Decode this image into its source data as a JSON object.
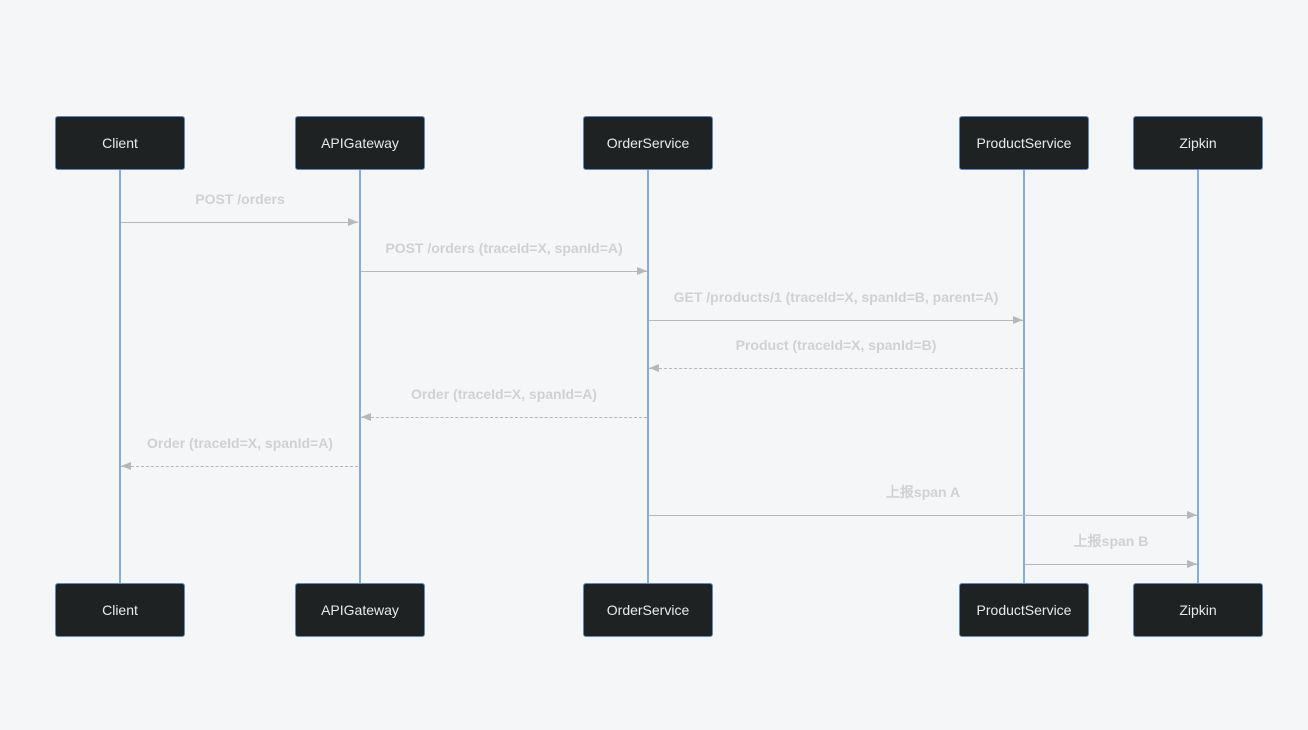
{
  "diagram": {
    "type": "sequence",
    "actors": [
      {
        "name": "Client"
      },
      {
        "name": "APIGateway"
      },
      {
        "name": "OrderService"
      },
      {
        "name": "ProductService"
      },
      {
        "name": "Zipkin"
      }
    ],
    "messages": [
      {
        "from": "Client",
        "to": "APIGateway",
        "label": "POST /orders",
        "style": "solid"
      },
      {
        "from": "APIGateway",
        "to": "OrderService",
        "label": "POST /orders (traceId=X, spanId=A)",
        "style": "solid"
      },
      {
        "from": "OrderService",
        "to": "ProductService",
        "label": "GET /products/1 (traceId=X, spanId=B, parent=A)",
        "style": "solid"
      },
      {
        "from": "ProductService",
        "to": "OrderService",
        "label": "Product (traceId=X, spanId=B)",
        "style": "dashed"
      },
      {
        "from": "OrderService",
        "to": "APIGateway",
        "label": "Order (traceId=X, spanId=A)",
        "style": "dashed"
      },
      {
        "from": "APIGateway",
        "to": "Client",
        "label": "Order (traceId=X, spanId=A)",
        "style": "dashed"
      },
      {
        "from": "OrderService",
        "to": "Zipkin",
        "label": "上报span A",
        "style": "solid"
      },
      {
        "from": "ProductService",
        "to": "Zipkin",
        "label": "上报span B",
        "style": "solid"
      }
    ],
    "colors": {
      "background": "#f5f6f8",
      "actor_fill": "#1f2222",
      "actor_border": "#5d8bbd",
      "actor_text": "#e8eaec",
      "lifeline": "#86add8",
      "message_line": "#b6b8ba",
      "message_text": "#cfd1d3"
    }
  }
}
